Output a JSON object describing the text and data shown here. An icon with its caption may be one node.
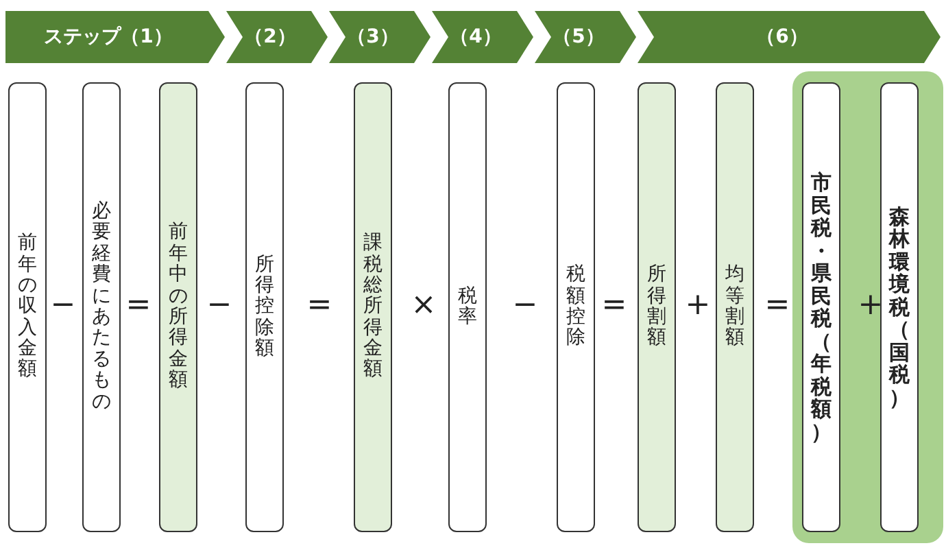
{
  "diagram": {
    "nodes": [
      {
        "text": [
          "ステップ（1）"
        ]
      },
      {
        "text": [
          "（2）"
        ]
      },
      {
        "text": [
          "（3）"
        ]
      },
      {
        "text": [
          "（4）"
        ]
      },
      {
        "text": [
          "（5）"
        ]
      },
      {
        "text": [
          "（6）"
        ]
      },
      {
        "text": [
          "前年の収入金額"
        ]
      },
      {
        "text": [
          "必要経費にあたるもの"
        ]
      },
      {
        "text": [
          "前年中の所得金額"
        ]
      },
      {
        "text": [
          "所得控除額"
        ]
      },
      {
        "text": [
          "課税総所得金額"
        ]
      },
      {
        "text": [
          "税率"
        ]
      },
      {
        "text": [
          "税額控除"
        ]
      },
      {
        "text": [
          "所得割額"
        ]
      },
      {
        "text": [
          "均等割額"
        ]
      },
      {
        "text": [],
        "shape": "box"
      },
      {
        "text": [
          "市民税・県民税（年税額）"
        ],
        "in": 15
      },
      {
        "text": [
          "森林環境税（国税）"
        ],
        "in": 15
      }
    ],
    "edges": [],
    "labels": [
      "−",
      "=",
      "−",
      "=",
      "×",
      "−",
      "=",
      "+",
      "=",
      "+"
    ]
  }
}
